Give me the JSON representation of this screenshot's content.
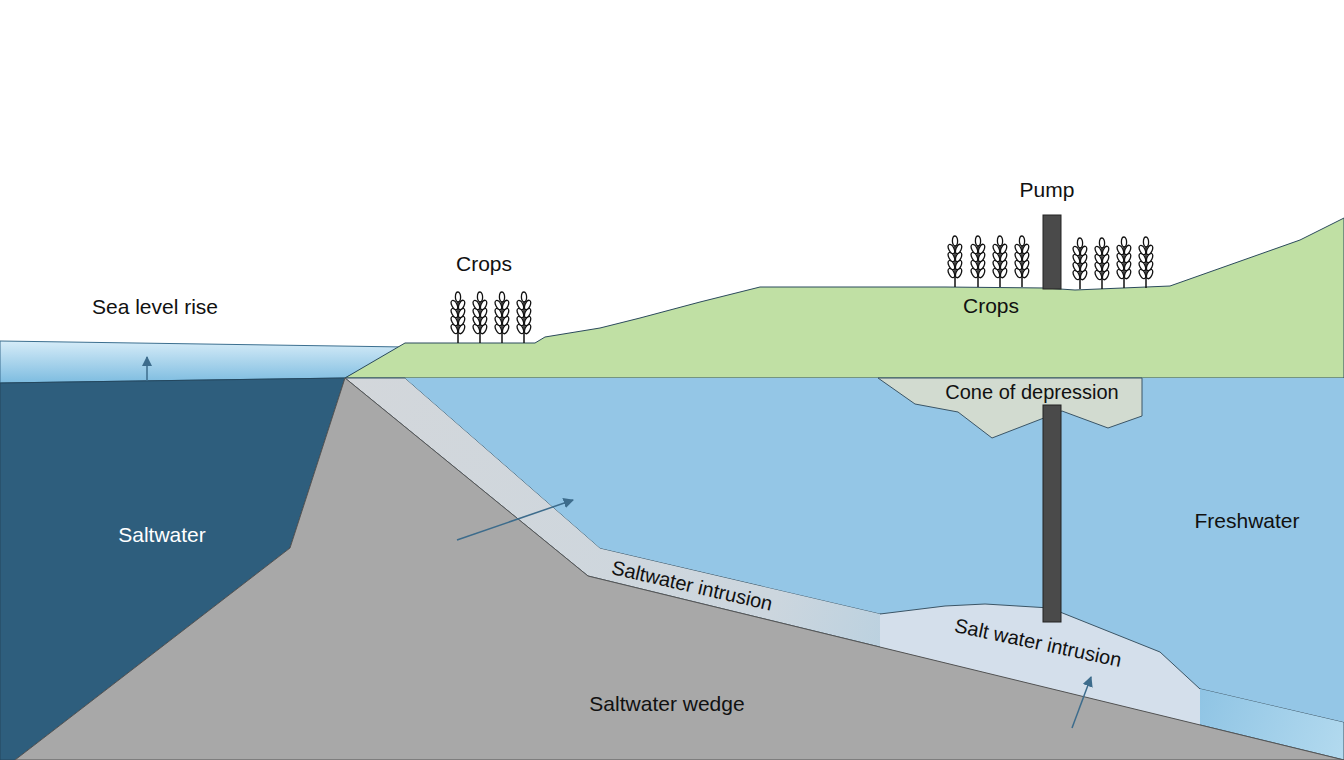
{
  "diagram": {
    "nodes": [
      {
        "text": [
          "Crops"
        ]
      },
      {
        "text": [
          "Saltwater"
        ]
      },
      {
        "text": [
          "Saltwater intrusion"
        ]
      },
      {
        "text": [
          "Freshwater"
        ]
      },
      {
        "text": [
          "Cone of depression"
        ],
        "in": 3
      },
      {
        "text": [
          "Salt water intrusion"
        ],
        "in": 3
      },
      {
        "text": [
          "Saltwater wedge"
        ]
      }
    ],
    "labels": [
      "Sea level rise",
      "Crops",
      "Pump"
    ]
  }
}
